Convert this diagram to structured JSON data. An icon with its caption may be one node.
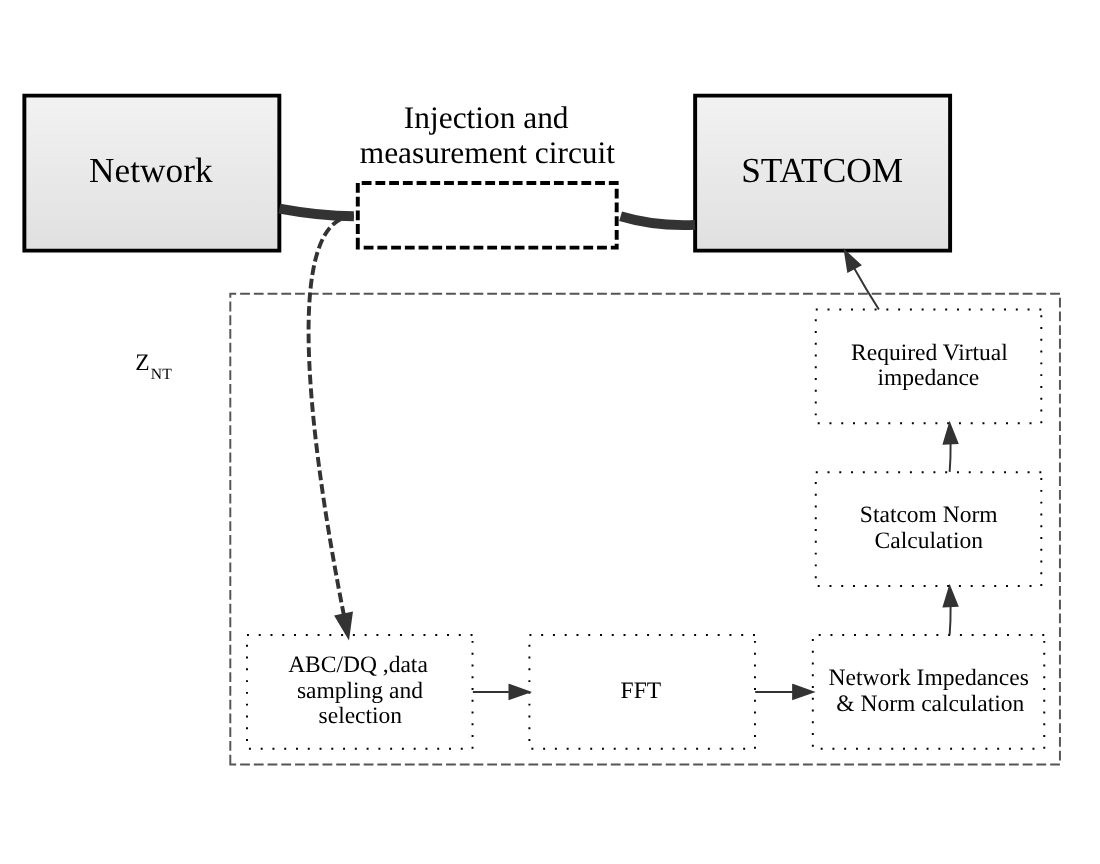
{
  "diagram": {
    "nodes": [
      {
        "text": [
          "Network"
        ]
      },
      {
        "text": [
          "Injection and measurement circuit"
        ]
      },
      {
        "text": [
          "STATCOM"
        ]
      },
      {
        "text": [],
        "shape": "box"
      },
      {
        "text": [
          "ABC/DQ ,data sampling and selection"
        ],
        "in": 3
      },
      {
        "text": [
          "FFT"
        ],
        "in": 3
      },
      {
        "text": [
          "Network Impedances & Norm calculation"
        ],
        "in": 3
      },
      {
        "text": [
          "Statcom Norm Calculation"
        ],
        "in": 3
      },
      {
        "text": [
          "Required Virtual impedance"
        ],
        "in": 3
      }
    ],
    "edges": [
      {
        "from": 0,
        "to": 1,
        "arrow": "none",
        "style": "thick"
      },
      {
        "from": 1,
        "to": 2,
        "arrow": "none",
        "style": "thick"
      },
      {
        "from": 1,
        "to": 4,
        "arrow": "to",
        "style": "dashed"
      },
      {
        "from": 4,
        "to": 5,
        "arrow": "to"
      },
      {
        "from": 5,
        "to": 6,
        "arrow": "to"
      },
      {
        "from": 6,
        "to": 7,
        "arrow": "to"
      },
      {
        "from": 7,
        "to": 8,
        "arrow": "to"
      },
      {
        "from": 8,
        "to": 2,
        "arrow": "to"
      }
    ],
    "labels": [
      "Z$_{NT}$"
    ]
  }
}
